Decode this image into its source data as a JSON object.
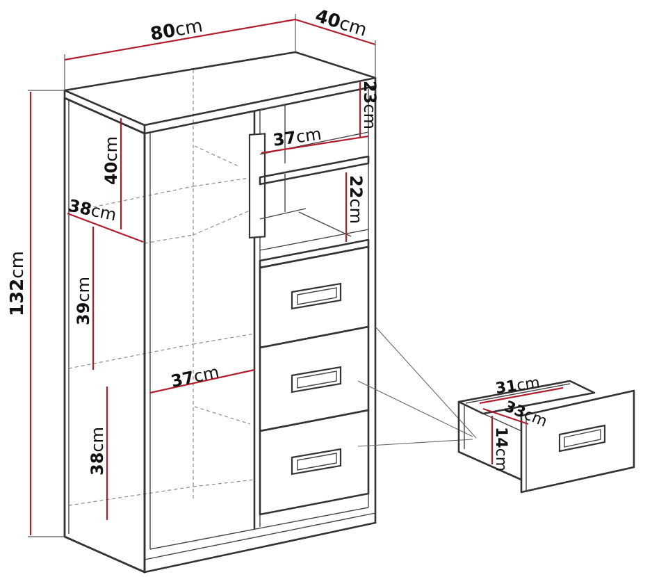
{
  "dimensions": {
    "width": {
      "value": "80",
      "unit": "cm"
    },
    "depth": {
      "value": "40",
      "unit": "cm"
    },
    "height": {
      "value": "132",
      "unit": "cm"
    },
    "shelf_top_height": {
      "value": "23",
      "unit": "cm"
    },
    "shelf_top_width": {
      "value": "37",
      "unit": "cm"
    },
    "shelf_middle_height": {
      "value": "22",
      "unit": "cm"
    },
    "door_compartment_height": {
      "value": "40",
      "unit": "cm"
    },
    "door_compartment_depth": {
      "value": "38",
      "unit": "cm"
    },
    "door_middle_height": {
      "value": "39",
      "unit": "cm"
    },
    "door_shelf_width": {
      "value": "37",
      "unit": "cm"
    },
    "door_bottom_height": {
      "value": "38",
      "unit": "cm"
    },
    "drawer_width": {
      "value": "31",
      "unit": "cm"
    },
    "drawer_depth": {
      "value": "33",
      "unit": "cm"
    },
    "drawer_height": {
      "value": "14",
      "unit": "cm"
    }
  },
  "colors": {
    "outline": "#333333",
    "dimension_line": "#b01e2e",
    "label_text": "#111111",
    "background": "#ffffff"
  }
}
